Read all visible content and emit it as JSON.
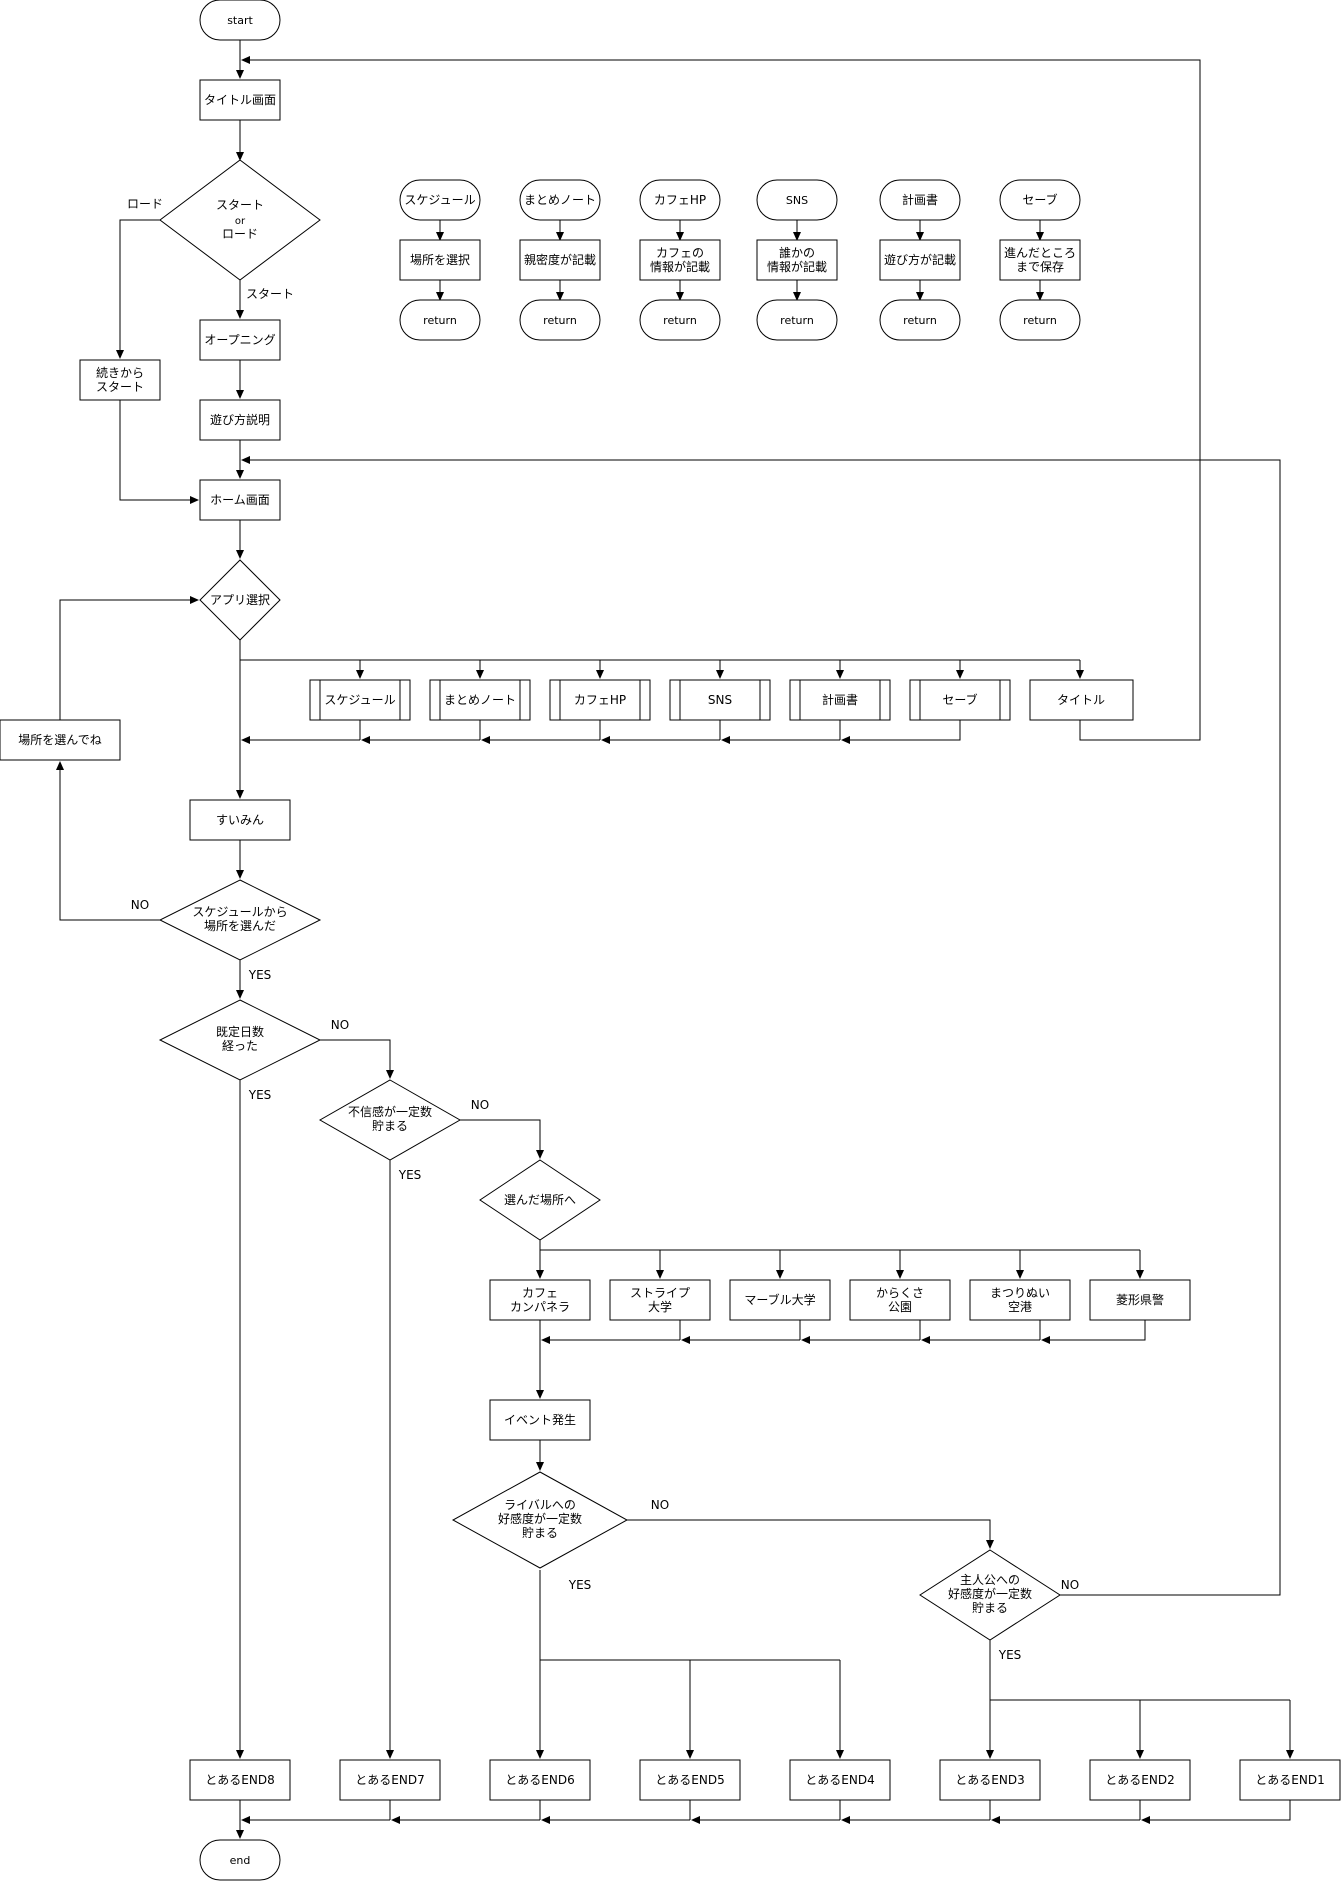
{
  "nodes": {
    "start": "start",
    "title_screen": "タイトル画面",
    "start_or_load": [
      "スタート",
      "or",
      "ロード"
    ],
    "opening": "オープニング",
    "how_to_play": "遊び方説明",
    "continue_start": [
      "続きから",
      "スタート"
    ],
    "home_screen": "ホーム画面",
    "app_select": "アプリ選択",
    "app_schedule": "スケジュール",
    "app_notes": "まとめノート",
    "app_cafe_hp": "カフェHP",
    "app_sns": "SNS",
    "app_plan": "計画書",
    "app_save": "セーブ",
    "app_title": "タイトル",
    "choose_place_msg": "場所を選んでね",
    "sleep": "すいみん",
    "chose_place_q": [
      "スケジュールから",
      "場所を選んだ"
    ],
    "days_passed_q": [
      "既定日数",
      "経った"
    ],
    "distrust_q": [
      "不信感が一定数",
      "貯まる"
    ],
    "go_to_place": "選んだ場所へ",
    "place_cafe": [
      "カフェ",
      "カンパネラ"
    ],
    "place_stripe": [
      "ストライプ",
      "大学"
    ],
    "place_marble": "マーブル大学",
    "place_karakusa": [
      "からくさ",
      "公園"
    ],
    "place_matsurinui": [
      "まつりぬい",
      "空港"
    ],
    "place_police": "菱形県警",
    "event": "イベント発生",
    "rival_q": [
      "ライバルへの",
      "好感度が一定数",
      "貯まる"
    ],
    "hero_q": [
      "主人公への",
      "好感度が一定数",
      "貯まる"
    ],
    "end8": "とあるEND8",
    "end7": "とあるEND7",
    "end6": "とあるEND6",
    "end5": "とあるEND5",
    "end4": "とあるEND4",
    "end3": "とあるEND3",
    "end2": "とあるEND2",
    "end1": "とあるEND1",
    "end": "end"
  },
  "edge_labels": {
    "load": "ロード",
    "start": "スタート",
    "no": "NO",
    "yes": "YES"
  },
  "subroutines": [
    {
      "header": "スケジュール",
      "body": [
        "場所を選択"
      ],
      "footer": "return"
    },
    {
      "header": "まとめノート",
      "body": [
        "親密度が記載"
      ],
      "footer": "return"
    },
    {
      "header": "カフェHP",
      "body": [
        "カフェの",
        "情報が記載"
      ],
      "footer": "return"
    },
    {
      "header": "SNS",
      "body": [
        "誰かの",
        "情報が記載"
      ],
      "footer": "return"
    },
    {
      "header": "計画書",
      "body": [
        "遊び方が記載"
      ],
      "footer": "return"
    },
    {
      "header": "セーブ",
      "body": [
        "進んだところ",
        "まで保存"
      ],
      "footer": "return"
    }
  ]
}
